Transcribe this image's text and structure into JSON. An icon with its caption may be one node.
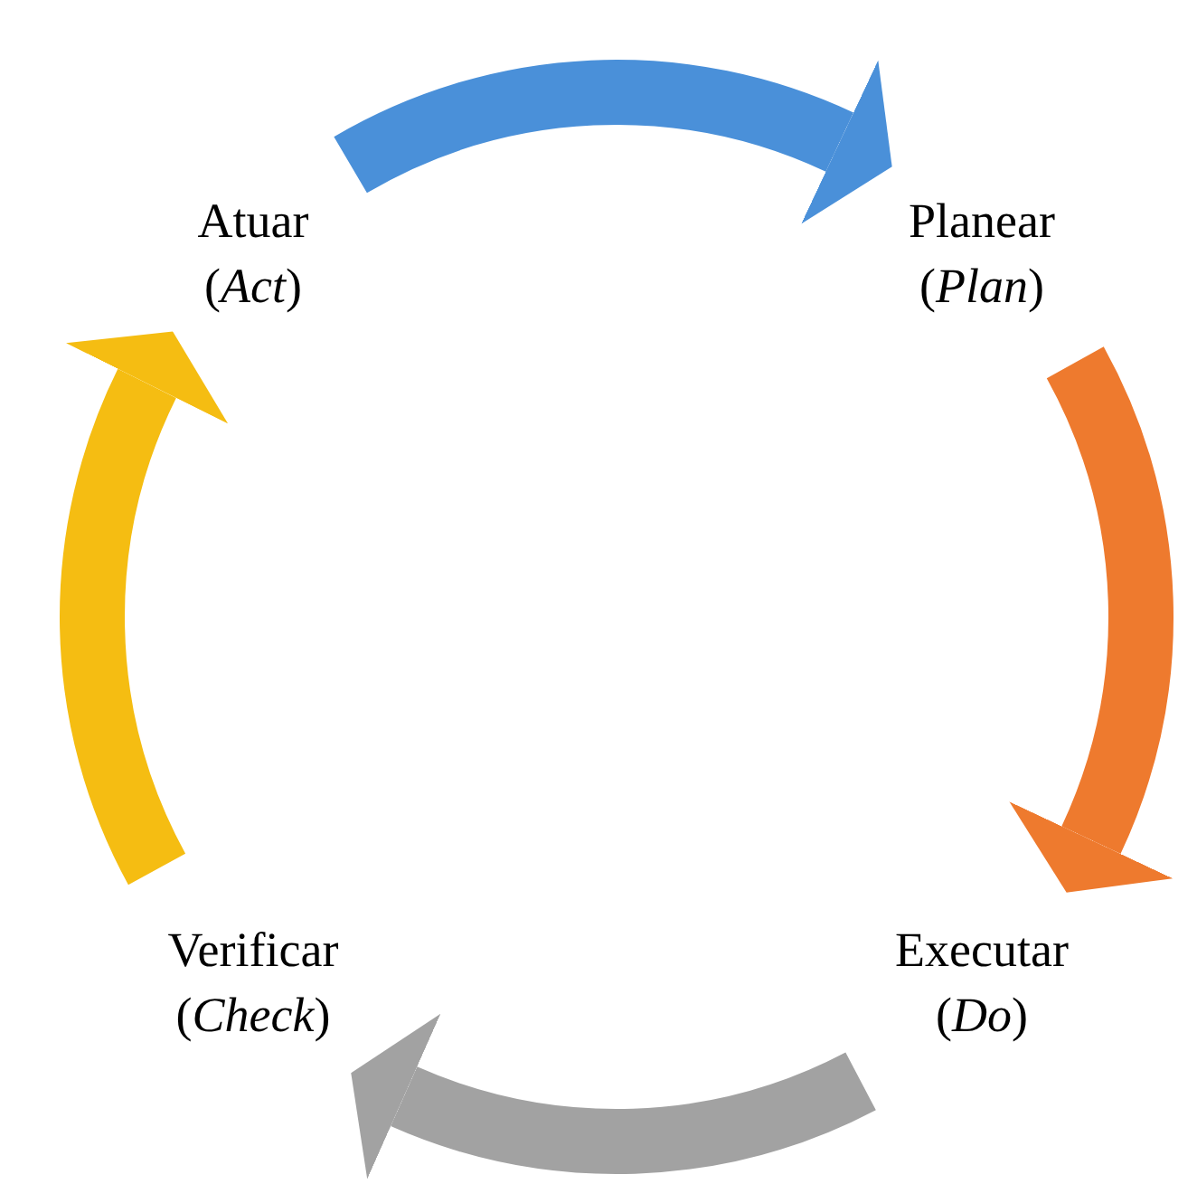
{
  "diagram": {
    "nodes": [
      {
        "text": [
          "Planear",
          "(*Plan*)"
        ]
      },
      {
        "text": [
          "Executar",
          "(*Do*)"
        ]
      },
      {
        "text": [
          "Verificar",
          "(*Check*)"
        ]
      },
      {
        "text": [
          "Atuar",
          "(*Act*)"
        ]
      }
    ],
    "edges": [
      {
        "from": 3,
        "to": 0,
        "arrow": "to",
        "color": "#4a90d9"
      },
      {
        "from": 0,
        "to": 1,
        "arrow": "to",
        "color": "#ee7a2e"
      },
      {
        "from": 1,
        "to": 2,
        "arrow": "to",
        "color": "#a2a2a2"
      },
      {
        "from": 2,
        "to": 3,
        "arrow": "to",
        "color": "#f5bd12"
      }
    ]
  }
}
